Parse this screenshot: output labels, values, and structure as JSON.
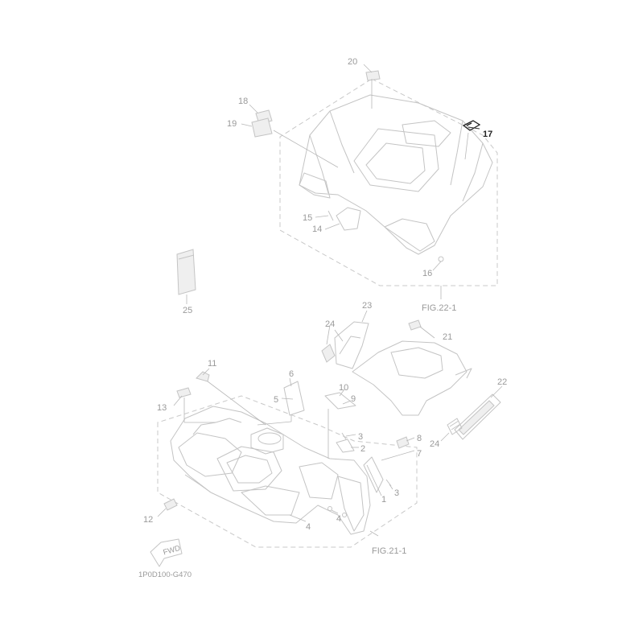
{
  "diagram": {
    "drawing_code": "1P0D100-G470",
    "highlighted_callout": "17",
    "fig_labels": {
      "rear": "FIG.22-1",
      "front": "FIG.21-1"
    },
    "fwd_label": "FWD",
    "callouts": {
      "c1": "1",
      "c2": "2",
      "c3a": "3",
      "c3b": "3",
      "c4a": "4",
      "c4b": "4",
      "c5": "5",
      "c6": "6",
      "c7": "7",
      "c8": "8",
      "c9": "9",
      "c10": "10",
      "c11": "11",
      "c12": "12",
      "c13": "13",
      "c14": "14",
      "c15": "15",
      "c16": "16",
      "c17": "17",
      "c18": "18",
      "c19": "19",
      "c20": "20",
      "c21": "21",
      "c22": "22",
      "c23": "23",
      "c24a": "24",
      "c24b": "24",
      "c25": "25"
    }
  }
}
